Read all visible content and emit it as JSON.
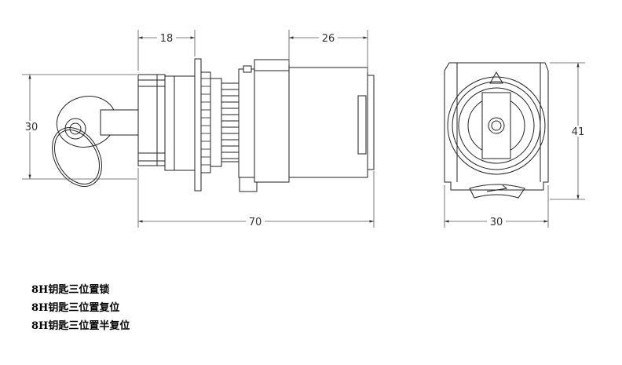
{
  "dimensions": {
    "side_height": "30",
    "side_length": "70",
    "front_length": "18",
    "body_length": "26",
    "front_height": "41",
    "front_width": "30"
  },
  "captions": [
    "8H钥匙三位置锁",
    "8H钥匙三位置复位",
    "8H钥匙三位置半复位"
  ]
}
